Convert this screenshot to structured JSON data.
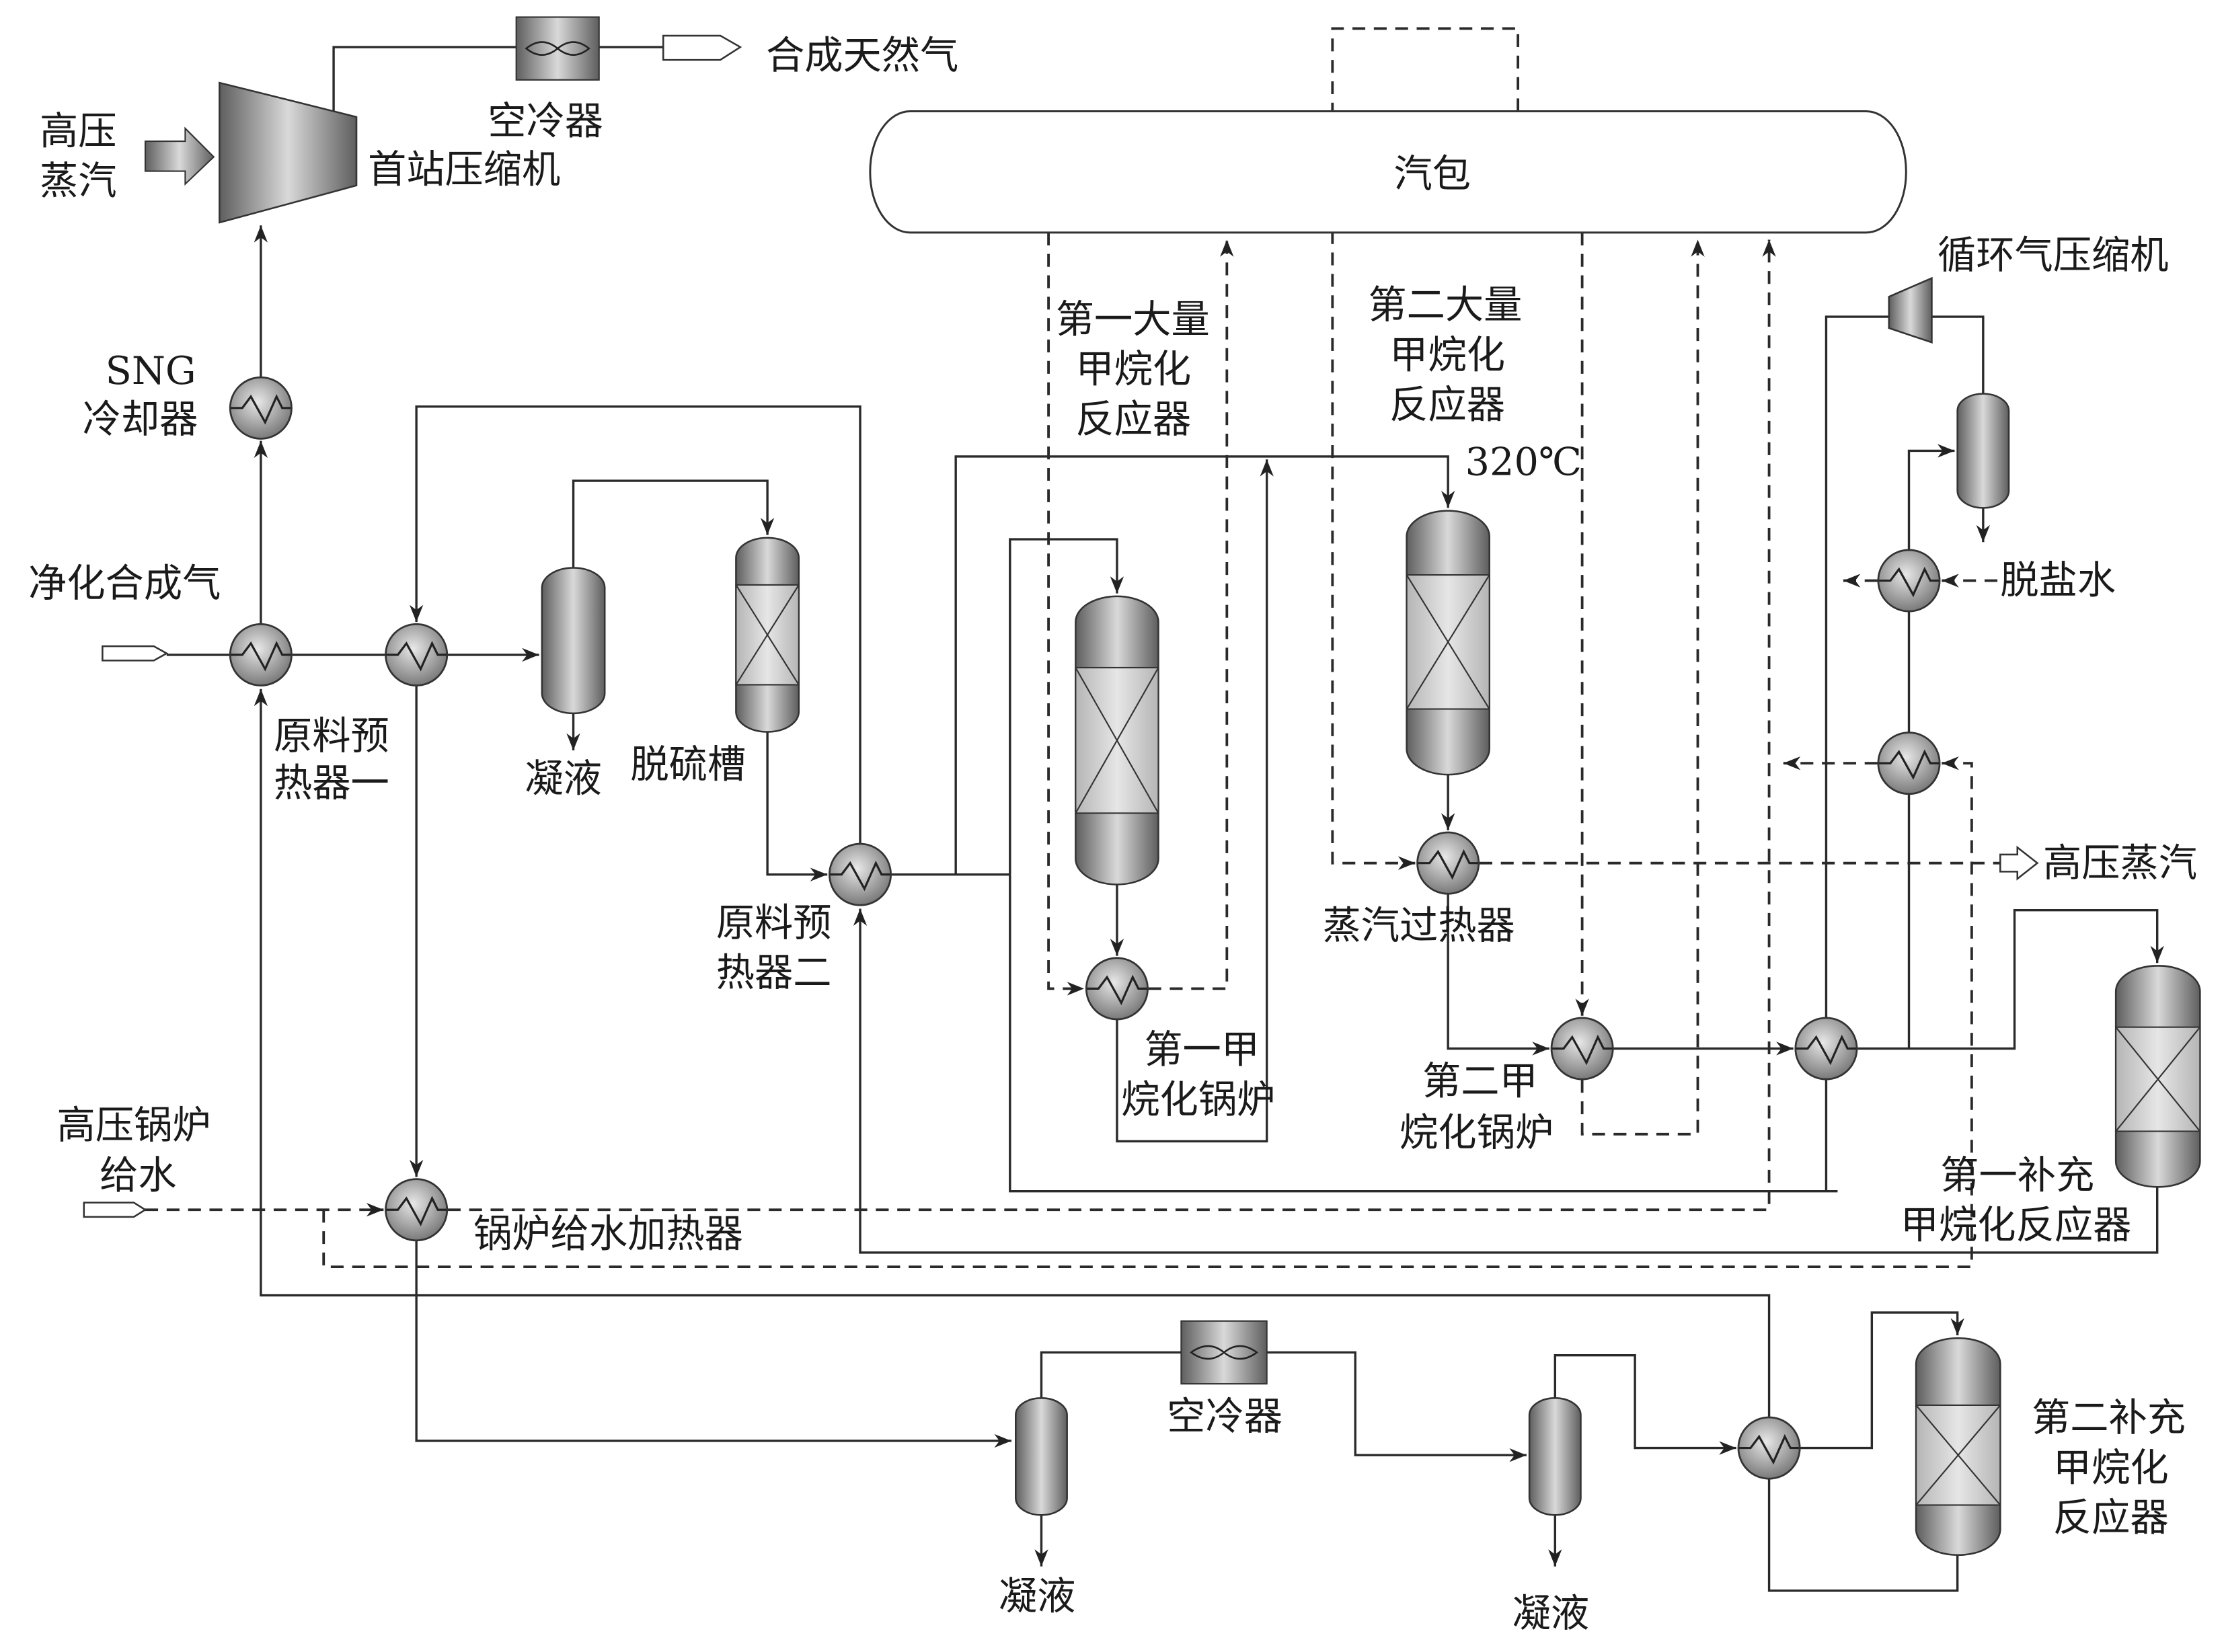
{
  "labels": {
    "hp_steam_in": [
      "高压",
      "蒸汽"
    ],
    "first_station_compressor": "首站压缩机",
    "air_cooler_top": "空冷器",
    "sng_product": "合成天然气",
    "steam_drum": "汽包",
    "sng_cooler": [
      "SNG",
      "冷却器"
    ],
    "purified_syngas": "净化合成气",
    "feed_preheater_1": [
      "原料预",
      "热器一"
    ],
    "condensate_1": "凝液",
    "desulfurizer": "脱硫槽",
    "feed_preheater_2": [
      "原料预",
      "热器二"
    ],
    "first_bulk_reactor": [
      "第一大量",
      "甲烷化",
      "反应器"
    ],
    "second_bulk_reactor": [
      "第二大量",
      "甲烷化",
      "反应器"
    ],
    "temperature": "320℃",
    "recycle_compressor": "循环气压缩机",
    "demin_water": "脱盐水",
    "hp_steam_out": "高压蒸汽",
    "steam_superheater": "蒸汽过热器",
    "first_methanation_boiler": [
      "第一甲",
      "烷化锅炉"
    ],
    "second_methanation_boiler": [
      "第二甲",
      "烷化锅炉"
    ],
    "first_supp_reactor": [
      "第一补充",
      "甲烷化反应器"
    ],
    "hp_boiler_feedwater": [
      "高压锅炉",
      "给水"
    ],
    "boiler_feedwater_heater": "锅炉给水加热器",
    "air_cooler_bottom": "空冷器",
    "condensate_2": "凝液",
    "condensate_3": "凝液",
    "second_supp_reactor": [
      "第二补充",
      "甲烷化",
      "反应器"
    ]
  },
  "colors": {
    "line": "#2a2a2a",
    "vessel_dark": "#6a6a6a",
    "vessel_light": "#dcdcdc"
  }
}
